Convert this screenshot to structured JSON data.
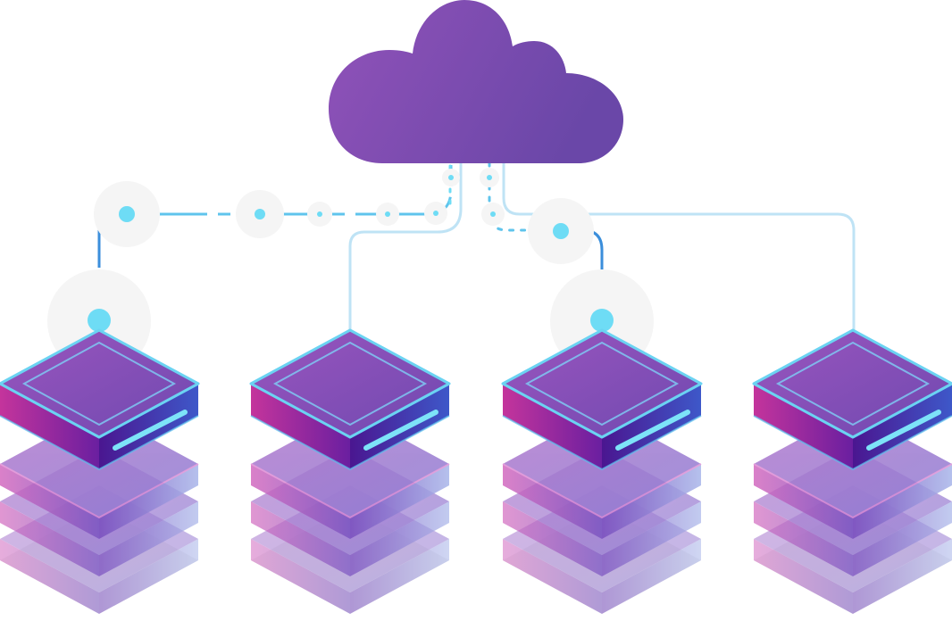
{
  "colors": {
    "cloud_start": "#9152B9",
    "cloud_end": "#6A47A8",
    "link_dark": "#3B8EDB",
    "link_mid": "#5FC4EC",
    "link_light": "#BFE3F5",
    "node_dot": "#6EDCF5",
    "halo": "#F5F5F5",
    "server_top": "#8A4FB8",
    "server_edge": "#6BD3F2",
    "server_side_left": "#C0379D",
    "server_side_right": "#3F4FC0",
    "shadow": "#EFEFEF"
  },
  "icons": {
    "cloud": "cloud-icon",
    "server": "server-stack-icon"
  },
  "servers": [
    {
      "id": "server-1"
    },
    {
      "id": "server-2"
    },
    {
      "id": "server-3"
    },
    {
      "id": "server-4"
    }
  ]
}
